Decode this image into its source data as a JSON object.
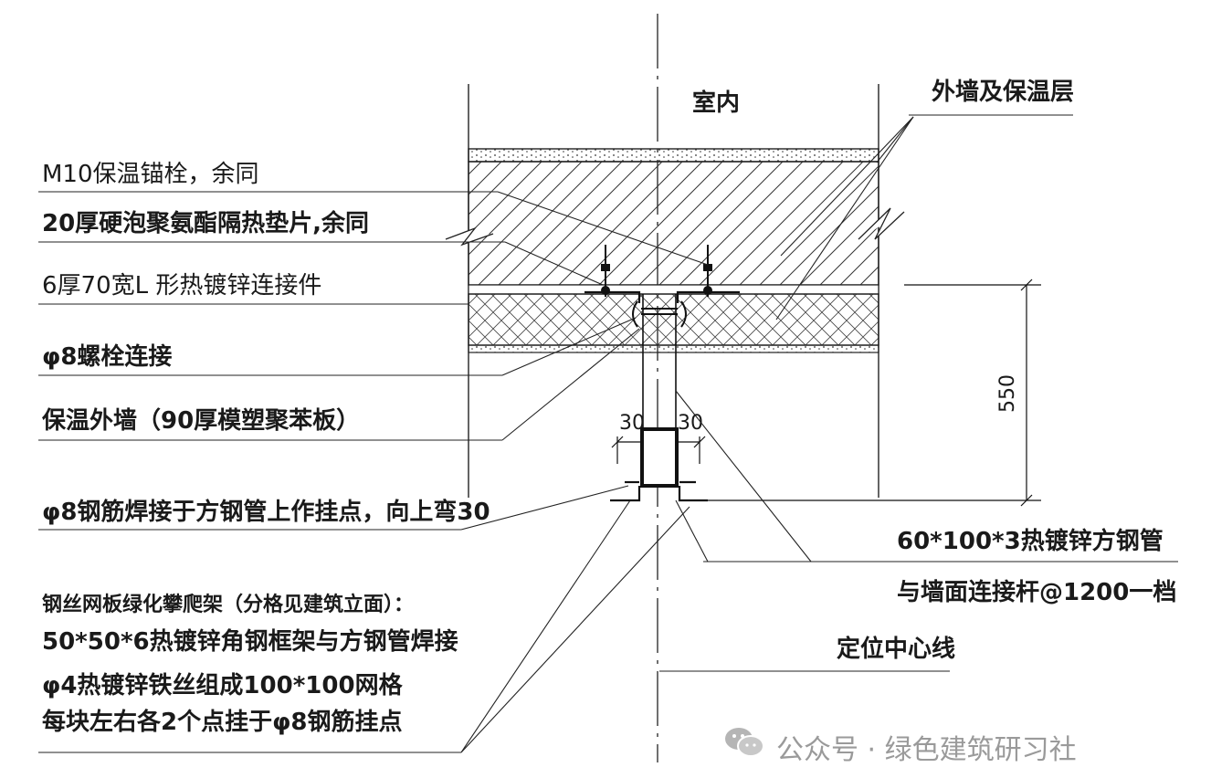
{
  "labels": {
    "indoor": "室内",
    "exterior_wall": "外墙及保温层",
    "anchor_bolt": "M10保温锚栓，余同",
    "insulation_pad": "20厚硬泡聚氨酯隔热垫片,余同",
    "l_connector": "6厚70宽L  形热镀锌连接件",
    "bolt_connection": "φ8螺栓连接",
    "insulated_wall": "保温外墙（90厚模塑聚苯板）",
    "rebar_weld": "φ8钢筋焊接于方钢管上作挂点，向上弯30",
    "square_tube": "60*100*3热镀锌方钢管",
    "wall_rod": "与墙面连接杆@1200一档",
    "center_line": "定位中心线",
    "trellis_line1": "钢丝网板绿化攀爬架（分格见建筑立面）：",
    "trellis_line2": "50*50*6热镀锌角钢框架与方钢管焊接",
    "trellis_line3": "φ4热镀锌铁丝组成100*100网格",
    "trellis_line4": "每块左右各2个点挂于φ8钢筋挂点"
  },
  "dimensions": {
    "height": "550",
    "left_offset": "30",
    "right_offset": "30"
  },
  "watermark": {
    "text": "公众号 · 绿色建筑研习社",
    "icon": "wechat-icon"
  }
}
